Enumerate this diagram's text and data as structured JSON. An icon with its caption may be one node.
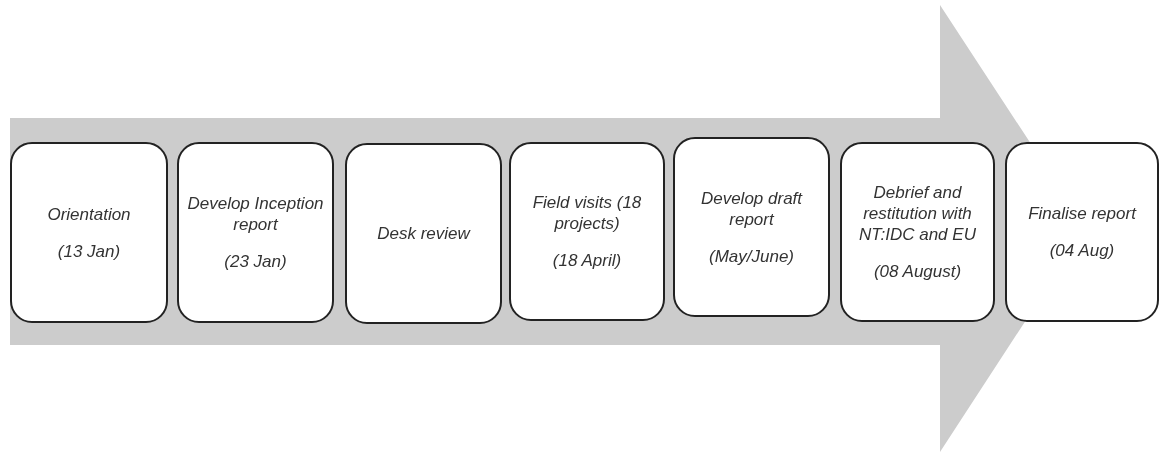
{
  "diagram": {
    "nodes": [
      {
        "text": [
          "Orientation",
          "(13 Jan)"
        ]
      },
      {
        "text": [
          "Develop Inception report",
          "(23 Jan)"
        ]
      },
      {
        "text": [
          "Desk review"
        ]
      },
      {
        "text": [
          "Field visits (18 projects)",
          "(18 April)"
        ]
      },
      {
        "text": [
          "Develop draft report",
          "(May/June)"
        ]
      },
      {
        "text": [
          "Debrief and restitution with NT:IDC and EU",
          "(08 August)"
        ]
      },
      {
        "text": [
          "Finalise report",
          "(04 Aug)"
        ]
      }
    ]
  }
}
